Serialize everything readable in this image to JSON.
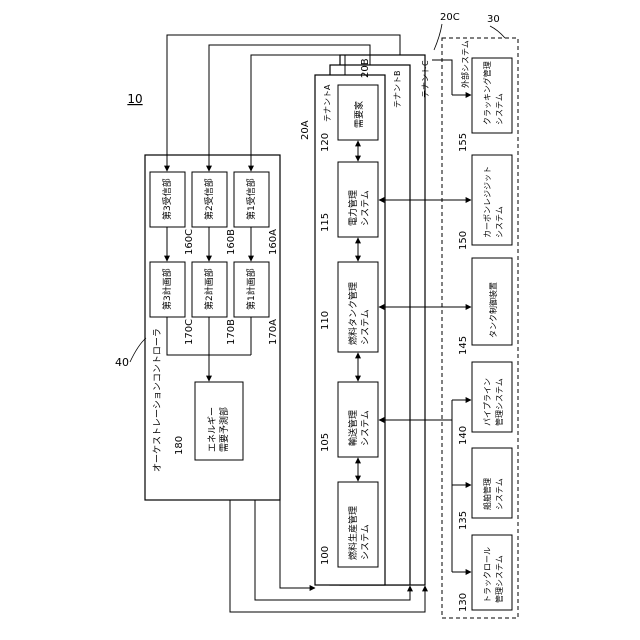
{
  "figure_label": "10",
  "ref_numbers": {
    "orchestration": "40",
    "energy_forecast": "180",
    "receiver_a": "160A",
    "receiver_b": "160B",
    "receiver_c": "160C",
    "planner_a": "170A",
    "planner_b": "170B",
    "planner_c": "170C",
    "tenant_a": "20A",
    "tenant_b": "20B",
    "tenant_c": "20C",
    "external": "30",
    "demand": "120",
    "power": "115",
    "fuel_tank": "110",
    "transport": "105",
    "fuel_production": "100",
    "cracking": "155",
    "carbon_registry": "150",
    "tank_control": "145",
    "pipeline": "140",
    "ship": "135",
    "truck": "130"
  },
  "labels": {
    "orchestration": "オーケストレーションコントローラ",
    "energy_forecast": "エネルギー\n需要予測部",
    "receiver_a": "第1受信部",
    "receiver_b": "第2受信部",
    "receiver_c": "第3受信部",
    "planner_a": "第1計画部",
    "planner_b": "第2計画部",
    "planner_c": "第3計画部",
    "tenant_a": "テナントA",
    "tenant_b": "テナントB",
    "tenant_c": "テナントC",
    "external": "外部システム",
    "demand": "需要家",
    "power": "電力管理\nシステム",
    "fuel_tank": "燃料タンク管理\nシステム",
    "transport": "輸送管理\nシステム",
    "fuel_production": "燃料生産管理\nシステム",
    "cracking": "クラッキング管理\nシステム",
    "carbon_registry": "カーボンレジジット\nシステム",
    "tank_control": "タンク制御装置",
    "pipeline": "パイプライン\n管理システム",
    "ship": "船舶管理\nシステム",
    "truck": "トラックロール\n管理システム"
  }
}
